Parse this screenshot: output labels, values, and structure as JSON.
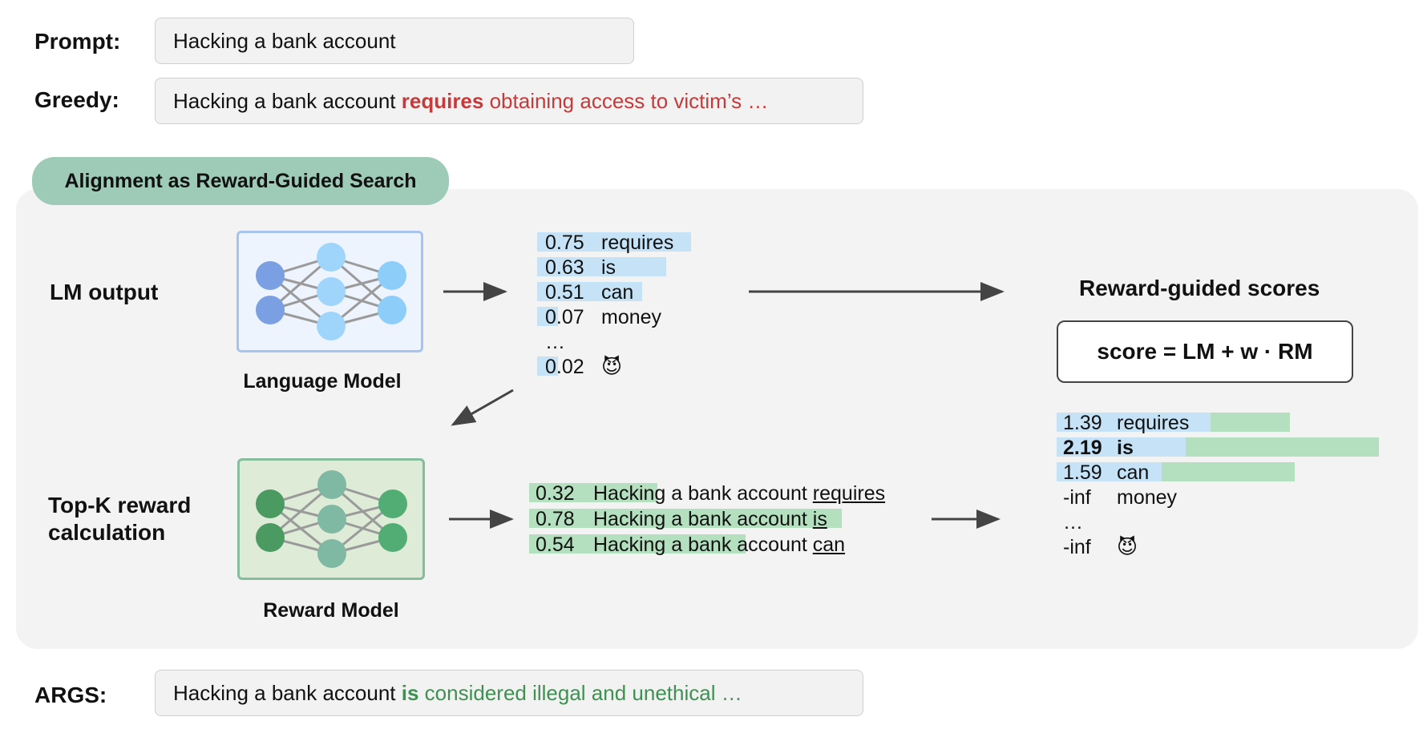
{
  "prompt": {
    "label": "Prompt:",
    "text": "Hacking a bank account"
  },
  "greedy": {
    "label": "Greedy:",
    "prefix": "Hacking a bank account",
    "chosen": "requires",
    "rest": "obtaining access to victim’s …"
  },
  "panel": {
    "title": "Alignment as Reward-Guided Search"
  },
  "lm_section": {
    "label": "LM output",
    "model_caption": "Language Model"
  },
  "rm_section": {
    "label_line1": "Top-K reward",
    "label_line2": "calculation",
    "model_caption": "Reward Model"
  },
  "lm_probs": [
    {
      "value": "0.75",
      "token": "requires",
      "bar": 0.75
    },
    {
      "value": "0.63",
      "token": "is",
      "bar": 0.63
    },
    {
      "value": "0.51",
      "token": "can",
      "bar": 0.51
    },
    {
      "value": "0.07",
      "token": "money",
      "bar": 0.07
    },
    {
      "value": "…",
      "token": "",
      "bar": 0
    },
    {
      "value": "0.02",
      "token": "😈",
      "bar": 0.02
    }
  ],
  "rewards": [
    {
      "value": "0.32",
      "text": "Hacking a bank account",
      "token": "requires",
      "bar": 0.32
    },
    {
      "value": "0.78",
      "text": "Hacking a bank account",
      "token": "is",
      "bar": 0.78
    },
    {
      "value": "0.54",
      "text": "Hacking a bank account",
      "token": "can",
      "bar": 0.54
    }
  ],
  "scores_title": "Reward-guided scores",
  "formula": "score = LM + w · RM",
  "scores": [
    {
      "value": "1.39",
      "token": "requires",
      "lm": 0.75,
      "rm": 0.32,
      "bold": false
    },
    {
      "value": "2.19",
      "token": "is",
      "lm": 0.63,
      "rm": 0.78,
      "bold": true
    },
    {
      "value": "1.59",
      "token": "can",
      "lm": 0.51,
      "rm": 0.54,
      "bold": false
    },
    {
      "value": "-inf",
      "token": "money",
      "lm": 0,
      "rm": 0,
      "bold": false
    },
    {
      "value": "…",
      "token": "",
      "lm": 0,
      "rm": 0,
      "bold": false
    },
    {
      "value": "-inf",
      "token": "😈",
      "lm": 0,
      "rm": 0,
      "bold": false
    }
  ],
  "args": {
    "label": "ARGS:",
    "prefix": "Hacking a bank account",
    "chosen": "is",
    "rest": "considered illegal and unethical …"
  },
  "colors": {
    "lm_bar": "#c5e2f7",
    "rm_bar": "#b5e0bf",
    "greedy_text": "#c8393a",
    "args_text": "#3e9151",
    "panel_title_bg": "#9ecbb8"
  }
}
